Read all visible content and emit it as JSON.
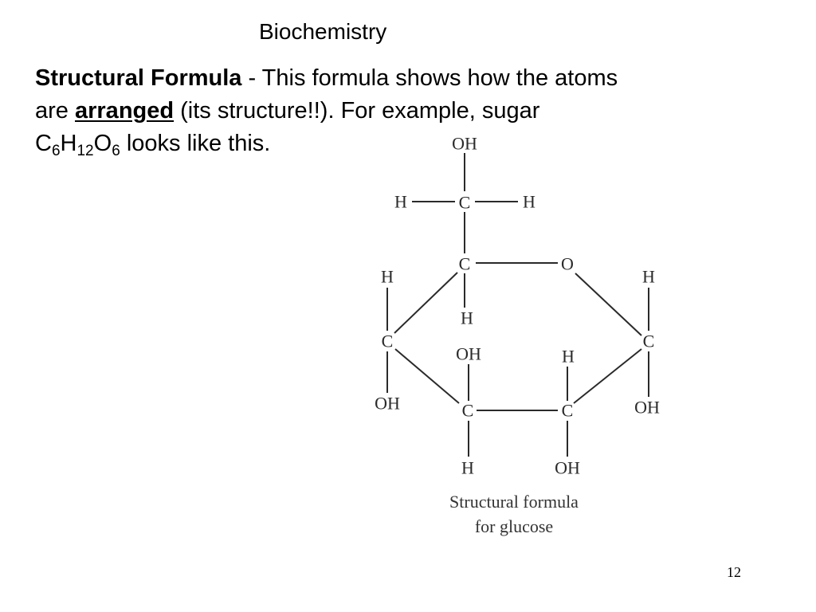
{
  "slide": {
    "title": "Biochemistry",
    "page_number": "12"
  },
  "body": {
    "term": "Structural Formula",
    "line1_rest": " - This formula shows how the atoms",
    "line2_start": "are ",
    "emphasis": "arranged",
    "line2_rest": " (its structure!!).  For example, sugar",
    "formula": {
      "c": "C",
      "c_count": "6",
      "h": "H",
      "h_count": "12",
      "o": "O",
      "o_count": "6"
    },
    "line3_rest": " looks like this."
  },
  "diagram": {
    "atoms": [
      {
        "id": "oh-top",
        "label": "OH"
      },
      {
        "id": "h-c6-left",
        "label": "H"
      },
      {
        "id": "c6",
        "label": "C"
      },
      {
        "id": "h-c6-right",
        "label": "H"
      },
      {
        "id": "c5",
        "label": "C"
      },
      {
        "id": "o-ring",
        "label": "O"
      },
      {
        "id": "h-c5",
        "label": "H"
      },
      {
        "id": "h-c4",
        "label": "H"
      },
      {
        "id": "c4",
        "label": "C"
      },
      {
        "id": "oh-c4",
        "label": "OH"
      },
      {
        "id": "h-c1",
        "label": "H"
      },
      {
        "id": "c1",
        "label": "C"
      },
      {
        "id": "oh-c1",
        "label": "OH"
      },
      {
        "id": "oh-c3",
        "label": "OH"
      },
      {
        "id": "c3",
        "label": "C"
      },
      {
        "id": "h-c3",
        "label": "H"
      },
      {
        "id": "h-c2",
        "label": "H"
      },
      {
        "id": "c2",
        "label": "C"
      },
      {
        "id": "oh-c2",
        "label": "OH"
      }
    ],
    "caption_line1": "Structural formula",
    "caption_line2": "for glucose"
  }
}
